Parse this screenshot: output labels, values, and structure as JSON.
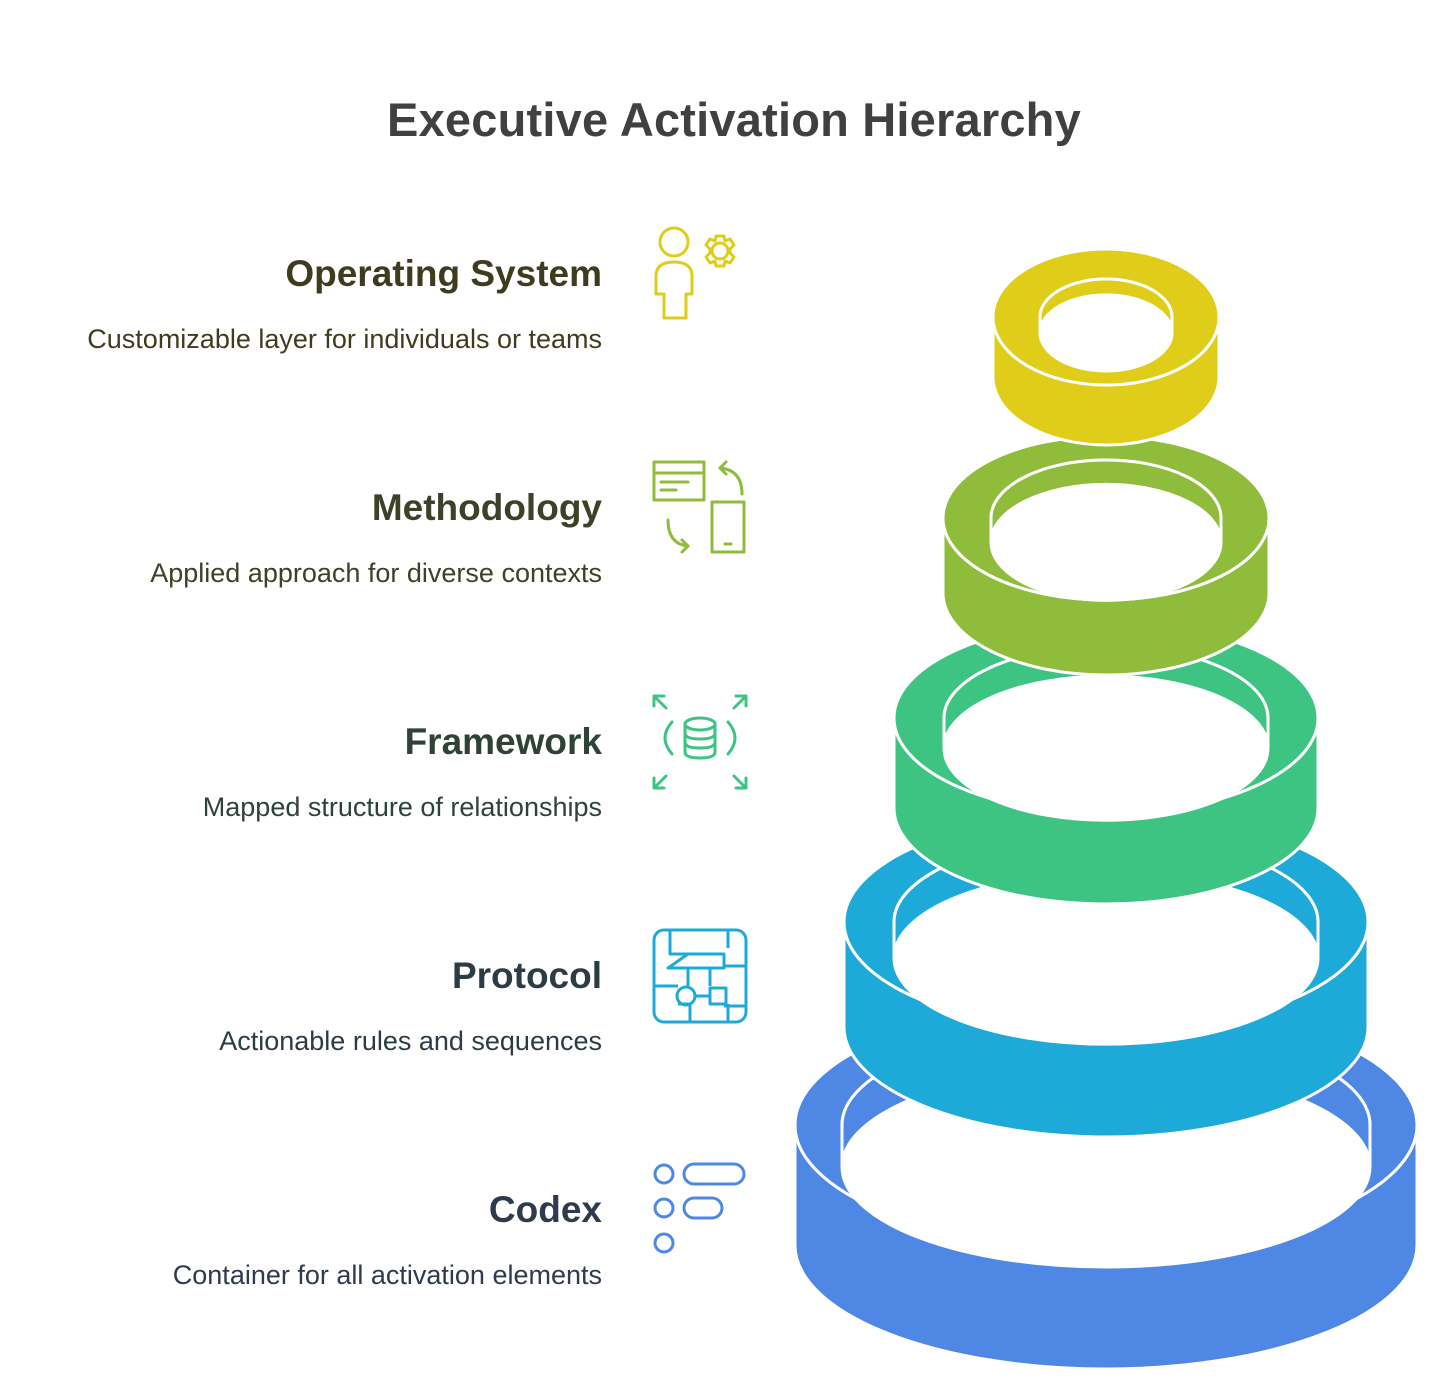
{
  "title": "Executive Activation Hierarchy",
  "colors": {
    "title": "#404040",
    "ring_outline": "#ffffff"
  },
  "layers": [
    {
      "heading": "Operating System",
      "description": "Customizable layer for individuals or teams",
      "icon": "person-gear-icon",
      "color": "#dfcd1a",
      "text_color": "#3f3b1f"
    },
    {
      "heading": "Methodology",
      "description": "Applied approach for diverse contexts",
      "icon": "window-phone-exchange-icon",
      "color": "#90bc3c",
      "text_color": "#3b4227"
    },
    {
      "heading": "Framework",
      "description": "Mapped structure of relationships",
      "icon": "database-expand-icon",
      "color": "#3dc482",
      "text_color": "#2f4238"
    },
    {
      "heading": "Protocol",
      "description": "Actionable rules and sequences",
      "icon": "flowchart-chip-icon",
      "color": "#1eaad8",
      "text_color": "#2b3c44"
    },
    {
      "heading": "Codex",
      "description": "Container for all activation elements",
      "icon": "list-items-icon",
      "color": "#4e87e4",
      "text_color": "#2e3a4d"
    }
  ]
}
